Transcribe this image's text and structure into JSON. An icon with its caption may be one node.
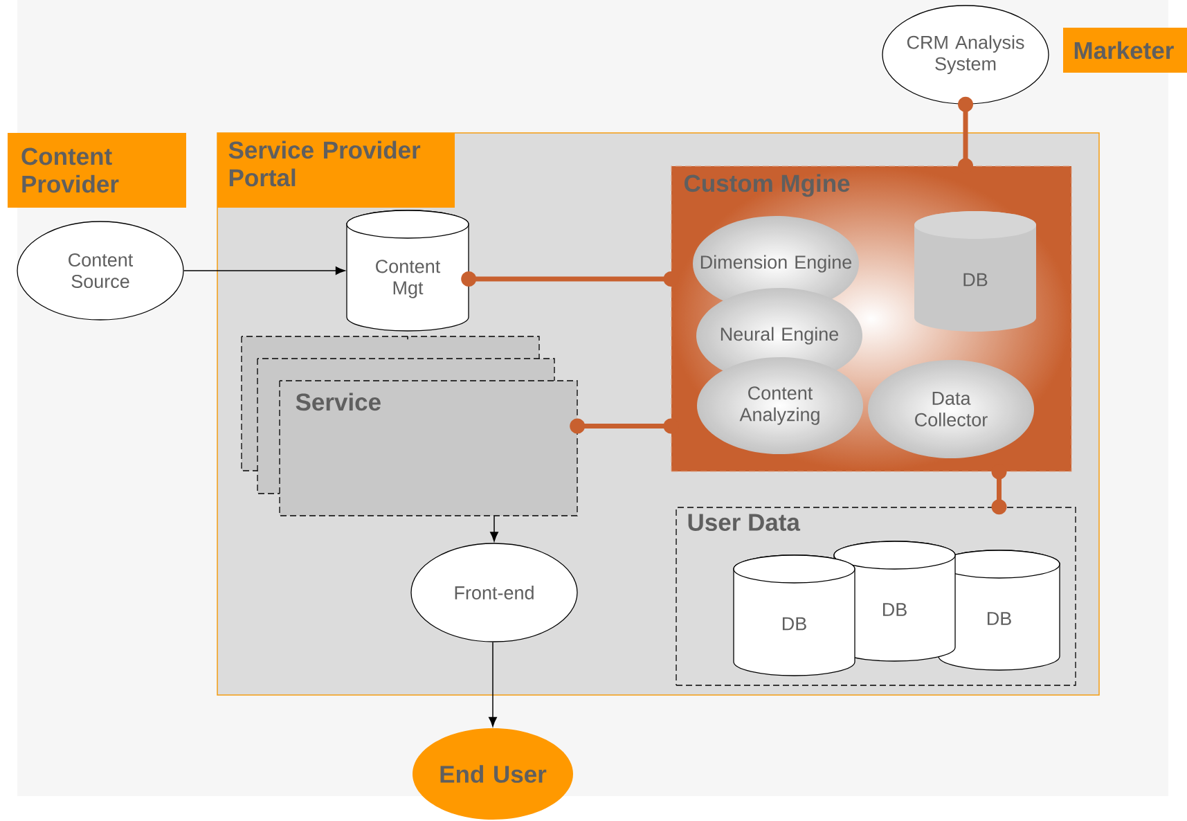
{
  "diagram": {
    "nodes": [
      {
        "text": [
          "Marketer"
        ]
      },
      {
        "text": [
          "CRM Analysis System"
        ]
      },
      {
        "text": [
          "Content Provider"
        ]
      },
      {
        "text": [
          "Service Provider Portal"
        ]
      },
      {
        "text": [
          "Content Source"
        ]
      },
      {
        "text": [
          "Content Mgt"
        ],
        "in": 3
      },
      {
        "text": [
          "Service"
        ],
        "in": 3
      },
      {
        "text": [
          "Front-end"
        ],
        "in": 3
      },
      {
        "text": [
          "End User"
        ]
      },
      {
        "text": [
          "Custom Mgine"
        ],
        "in": 3
      },
      {
        "text": [
          "Dimension Engine"
        ],
        "in": 9
      },
      {
        "text": [
          "DB"
        ],
        "in": 9
      },
      {
        "text": [
          "Neural Engine"
        ],
        "in": 9
      },
      {
        "text": [
          "Content Analyzing"
        ],
        "in": 9
      },
      {
        "text": [
          "Data Collector"
        ],
        "in": 9
      },
      {
        "text": [
          "User Data"
        ],
        "in": 3
      },
      {
        "text": [
          "DB"
        ],
        "in": 15
      },
      {
        "text": [
          "DB"
        ],
        "in": 15
      },
      {
        "text": [
          "DB"
        ],
        "in": 15
      }
    ],
    "edges": [
      {
        "from": 4,
        "to": 5,
        "arrow": "to"
      },
      {
        "from": 5,
        "to": 6,
        "arrow": "none"
      },
      {
        "from": 6,
        "to": 7,
        "arrow": "to"
      },
      {
        "from": 7,
        "to": 8,
        "arrow": "to"
      },
      {
        "from": 5,
        "to": 9,
        "arrow": "other",
        "style": "thick",
        "color": "#c8602f"
      },
      {
        "from": 6,
        "to": 9,
        "arrow": "other",
        "style": "thick",
        "color": "#c8602f"
      },
      {
        "from": 1,
        "to": 9,
        "arrow": "other",
        "style": "thick",
        "color": "#c8602f"
      },
      {
        "from": 9,
        "to": 15,
        "arrow": "other",
        "style": "thick",
        "color": "#c8602f"
      }
    ]
  }
}
